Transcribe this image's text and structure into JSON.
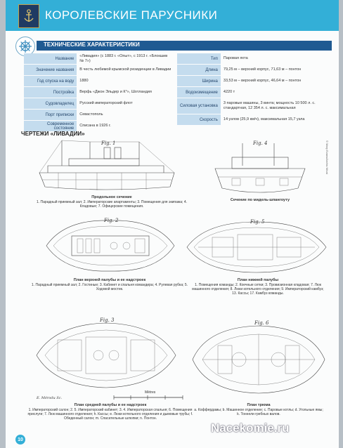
{
  "header": {
    "title": "КОРОЛЕВСКИЕ ПАРУСНИКИ",
    "logo_icon": "anchor-icon"
  },
  "specs": {
    "title": "ТЕХНИЧЕСКИЕ ХАРАКТЕРИСТИКИ",
    "left": [
      {
        "label": "Название",
        "value": "«Ливадия» (с 1883 г. «Опыт», с 1913 г. «Блокшив № 7»)"
      },
      {
        "label": "Значение названия",
        "value": "В честь любимой крымской резиденции в Ливадии"
      },
      {
        "label": "Год спуска на воду",
        "value": "1880"
      },
      {
        "label": "Постройка",
        "value": "Верфь «Джон Эльдер и К°», Шотландия"
      },
      {
        "label": "Судовладелец",
        "value": "Русский императорский флот"
      },
      {
        "label": "Порт приписки",
        "value": "Севастополь"
      },
      {
        "label": "Современное состояние",
        "value": "Списана в 1926 г."
      }
    ],
    "right": [
      {
        "label": "Тип",
        "value": "Паровая яхта"
      },
      {
        "label": "Длина",
        "value": "79,25 м – верхний корпус, 71,63 м – понтон"
      },
      {
        "label": "Ширина",
        "value": "33,53 м – верхний корпус, 46,64 м – понтон"
      },
      {
        "label": "Водоизмещение",
        "value": "4220 т"
      },
      {
        "label": "Силовая установка",
        "value": "3 паровые машины, 3 винта; мощность 10 500 л. с. стандартная, 12 354 л. с. максимальная"
      },
      {
        "label": "Скорость",
        "value": "14 узлов (25,9 км/ч), максимальная 15,7 узла"
      }
    ]
  },
  "drawings": {
    "title": "ЧЕРТЕЖИ «ЛИВАДИИ»",
    "credit": "© Mary Evans/Archiv Wnat",
    "figs": {
      "f1": "Fig. 1",
      "f2": "Fig. 2",
      "f3": "Fig. 3",
      "f4": "Fig. 4",
      "f5": "Fig. 5",
      "f6": "Fig. 6"
    },
    "scale_label": "Mètres",
    "signature": "E. Mérodu Sc."
  },
  "captions": {
    "c1": {
      "title": "Продольное сечение",
      "text": "1. Парадный приемный зал; 2. Императорские апартаменты; 3. Помещения для экипажа; 4. Кладовые; 7. Офицерские помещения."
    },
    "c4": {
      "title": "Сечение по мидель-шпангоуту",
      "text": ""
    },
    "c2": {
      "title": "План верхней палубы и ее надстроек",
      "text": "1. Парадный приемный зал; 2. Гостиные; 3. Кабинет и спальня командира; 4. Рулевая рубка; 5. Ходовой мостик."
    },
    "c5": {
      "title": "План нижней палубы",
      "text": "1. Помещения команды; 2. Коечные сетки; 3. Провизионная кладовая; 7. Люк машинного отделения; 8. Люки котельного отделения; 9. Императорский камбуз; 13. Кассы; 17. Камбуз команды."
    },
    "c3": {
      "title": "План средней палубы и ее надстроек",
      "text": "1. Императорский салон; 2. 5. Императорский кабинет; 3. 4. Императорская спальня; 6. Помещения прислуги; 7. Люк машинного отделения; h. Кассы; e. Люки котельного отделения и дымовые трубы; f. Обеденный салон; m. Спасательные шлюпки; n. Понтон."
    },
    "c6": {
      "title": "План трюма",
      "text": "a. Коффердамы; b. Машинное отделение; c. Паровые котлы; d. Угольные ямы; k. Тоннели гребных валов."
    }
  },
  "footer": {
    "page_number": "10",
    "watermark": "Nacekomie.ru"
  }
}
